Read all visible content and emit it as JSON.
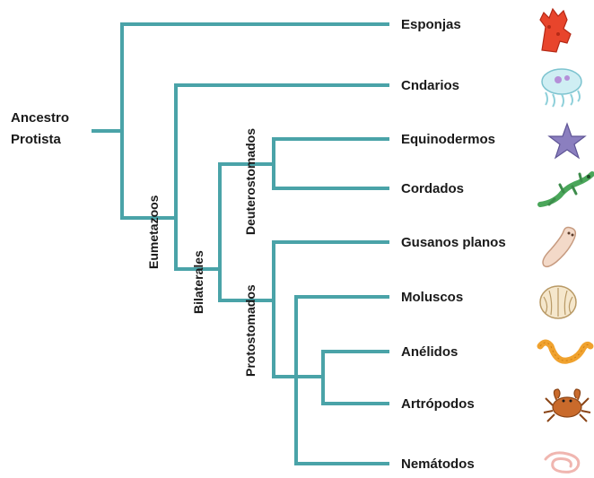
{
  "root": {
    "line1": "Ancestro",
    "line2": "Protista"
  },
  "clades": {
    "eumetazoos": "Eumetazoos",
    "bilaterales": "Bilaterales",
    "deuterostomados": "Deuterostomados",
    "protostomados": "Protostomados"
  },
  "taxa": [
    {
      "name": "Esponjas",
      "icon": "sponge-icon"
    },
    {
      "name": "Cndarios",
      "icon": "jellyfish-icon"
    },
    {
      "name": "Equinodermos",
      "icon": "starfish-icon"
    },
    {
      "name": "Cordados",
      "icon": "lizard-icon"
    },
    {
      "name": "Gusanos planos",
      "icon": "flatworm-icon"
    },
    {
      "name": "Moluscos",
      "icon": "shell-icon"
    },
    {
      "name": "Anélidos",
      "icon": "worm-icon"
    },
    {
      "name": "Artrópodos",
      "icon": "crab-icon"
    },
    {
      "name": "Nemátodos",
      "icon": "nematode-icon"
    }
  ],
  "colors": {
    "branch": "#4aa3a8",
    "text": "#1a1a1a"
  }
}
